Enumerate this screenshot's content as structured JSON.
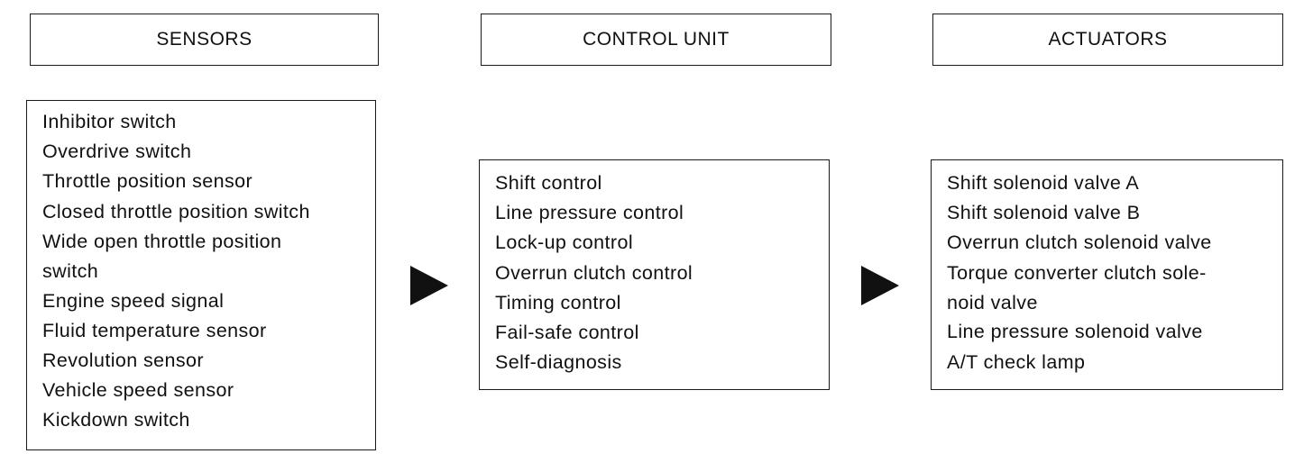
{
  "headers": {
    "sensors": "SENSORS",
    "control_unit": "CONTROL UNIT",
    "actuators": "ACTUATORS"
  },
  "sensors": [
    "Inhibitor switch",
    "Overdrive switch",
    "Throttle position sensor",
    "Closed throttle position switch",
    "Wide open throttle position",
    "switch",
    "Engine speed signal",
    "Fluid temperature sensor",
    "Revolution sensor",
    "Vehicle speed sensor",
    "Kickdown switch"
  ],
  "control_unit": [
    "Shift control",
    "Line pressure control",
    "Lock-up control",
    "Overrun clutch control",
    "Timing control",
    "Fail-safe control",
    "Self-diagnosis"
  ],
  "actuators": [
    "Shift solenoid valve A",
    "Shift solenoid valve B",
    "Overrun clutch solenoid valve",
    "Torque converter clutch sole-",
    "noid valve",
    "Line pressure solenoid valve",
    "A/T check lamp"
  ]
}
